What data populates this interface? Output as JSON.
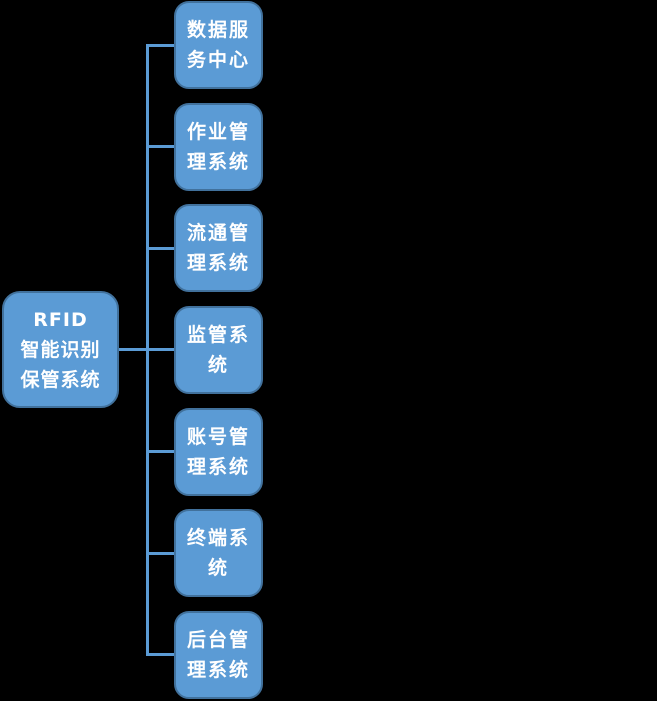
{
  "diagram": {
    "title": "RFID smart identification storage system architecture",
    "colors": {
      "background": "#000000",
      "node_fill": "#5b9bd5",
      "node_border": "#41719c",
      "connector": "#5b9bd5",
      "text": "#ffffff"
    },
    "root": {
      "label": "RFID\n智能识别\n保管系统"
    },
    "children": [
      {
        "label": "数据服务中心"
      },
      {
        "label": "作业管理系统"
      },
      {
        "label": "流通管理系统"
      },
      {
        "label": "监管系统"
      },
      {
        "label": "账号管理系统"
      },
      {
        "label": "终端系统"
      },
      {
        "label": "后台管理系统"
      }
    ]
  }
}
